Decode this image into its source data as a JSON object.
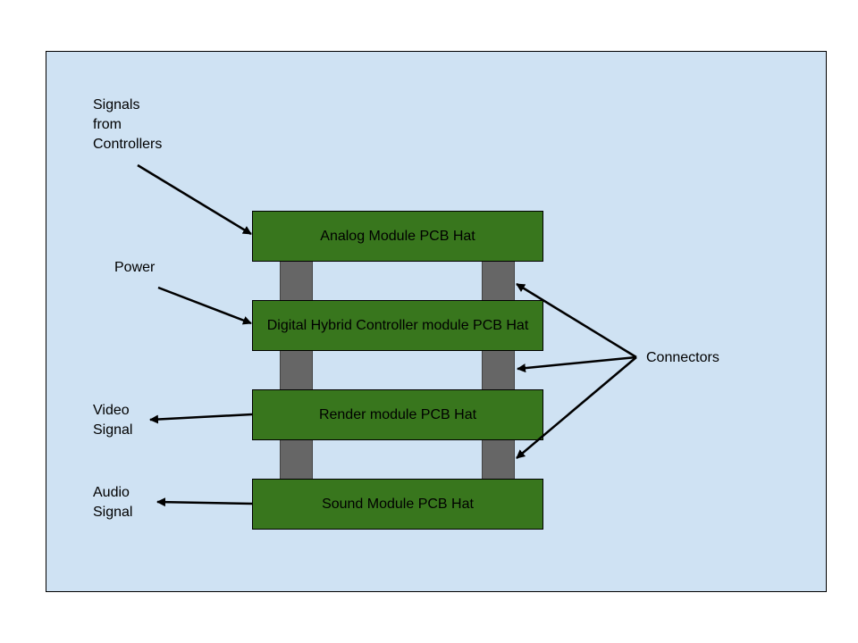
{
  "colors": {
    "background": "#cfe2f3",
    "hat_fill": "#38761d",
    "connector_fill": "#666666",
    "line": "#000000"
  },
  "hats": [
    {
      "label": "Analog Module PCB Hat"
    },
    {
      "label": "Digital Hybrid Controller module PCB Hat"
    },
    {
      "label": "Render module PCB Hat"
    },
    {
      "label": "Sound Module PCB Hat"
    }
  ],
  "labels": {
    "signals_from_controllers": [
      "Signals",
      "from",
      "Controllers"
    ],
    "power": "Power",
    "connectors": "Connectors",
    "video_signal": [
      "Video",
      "Signal"
    ],
    "audio_signal": [
      "Audio",
      "Signal"
    ]
  }
}
